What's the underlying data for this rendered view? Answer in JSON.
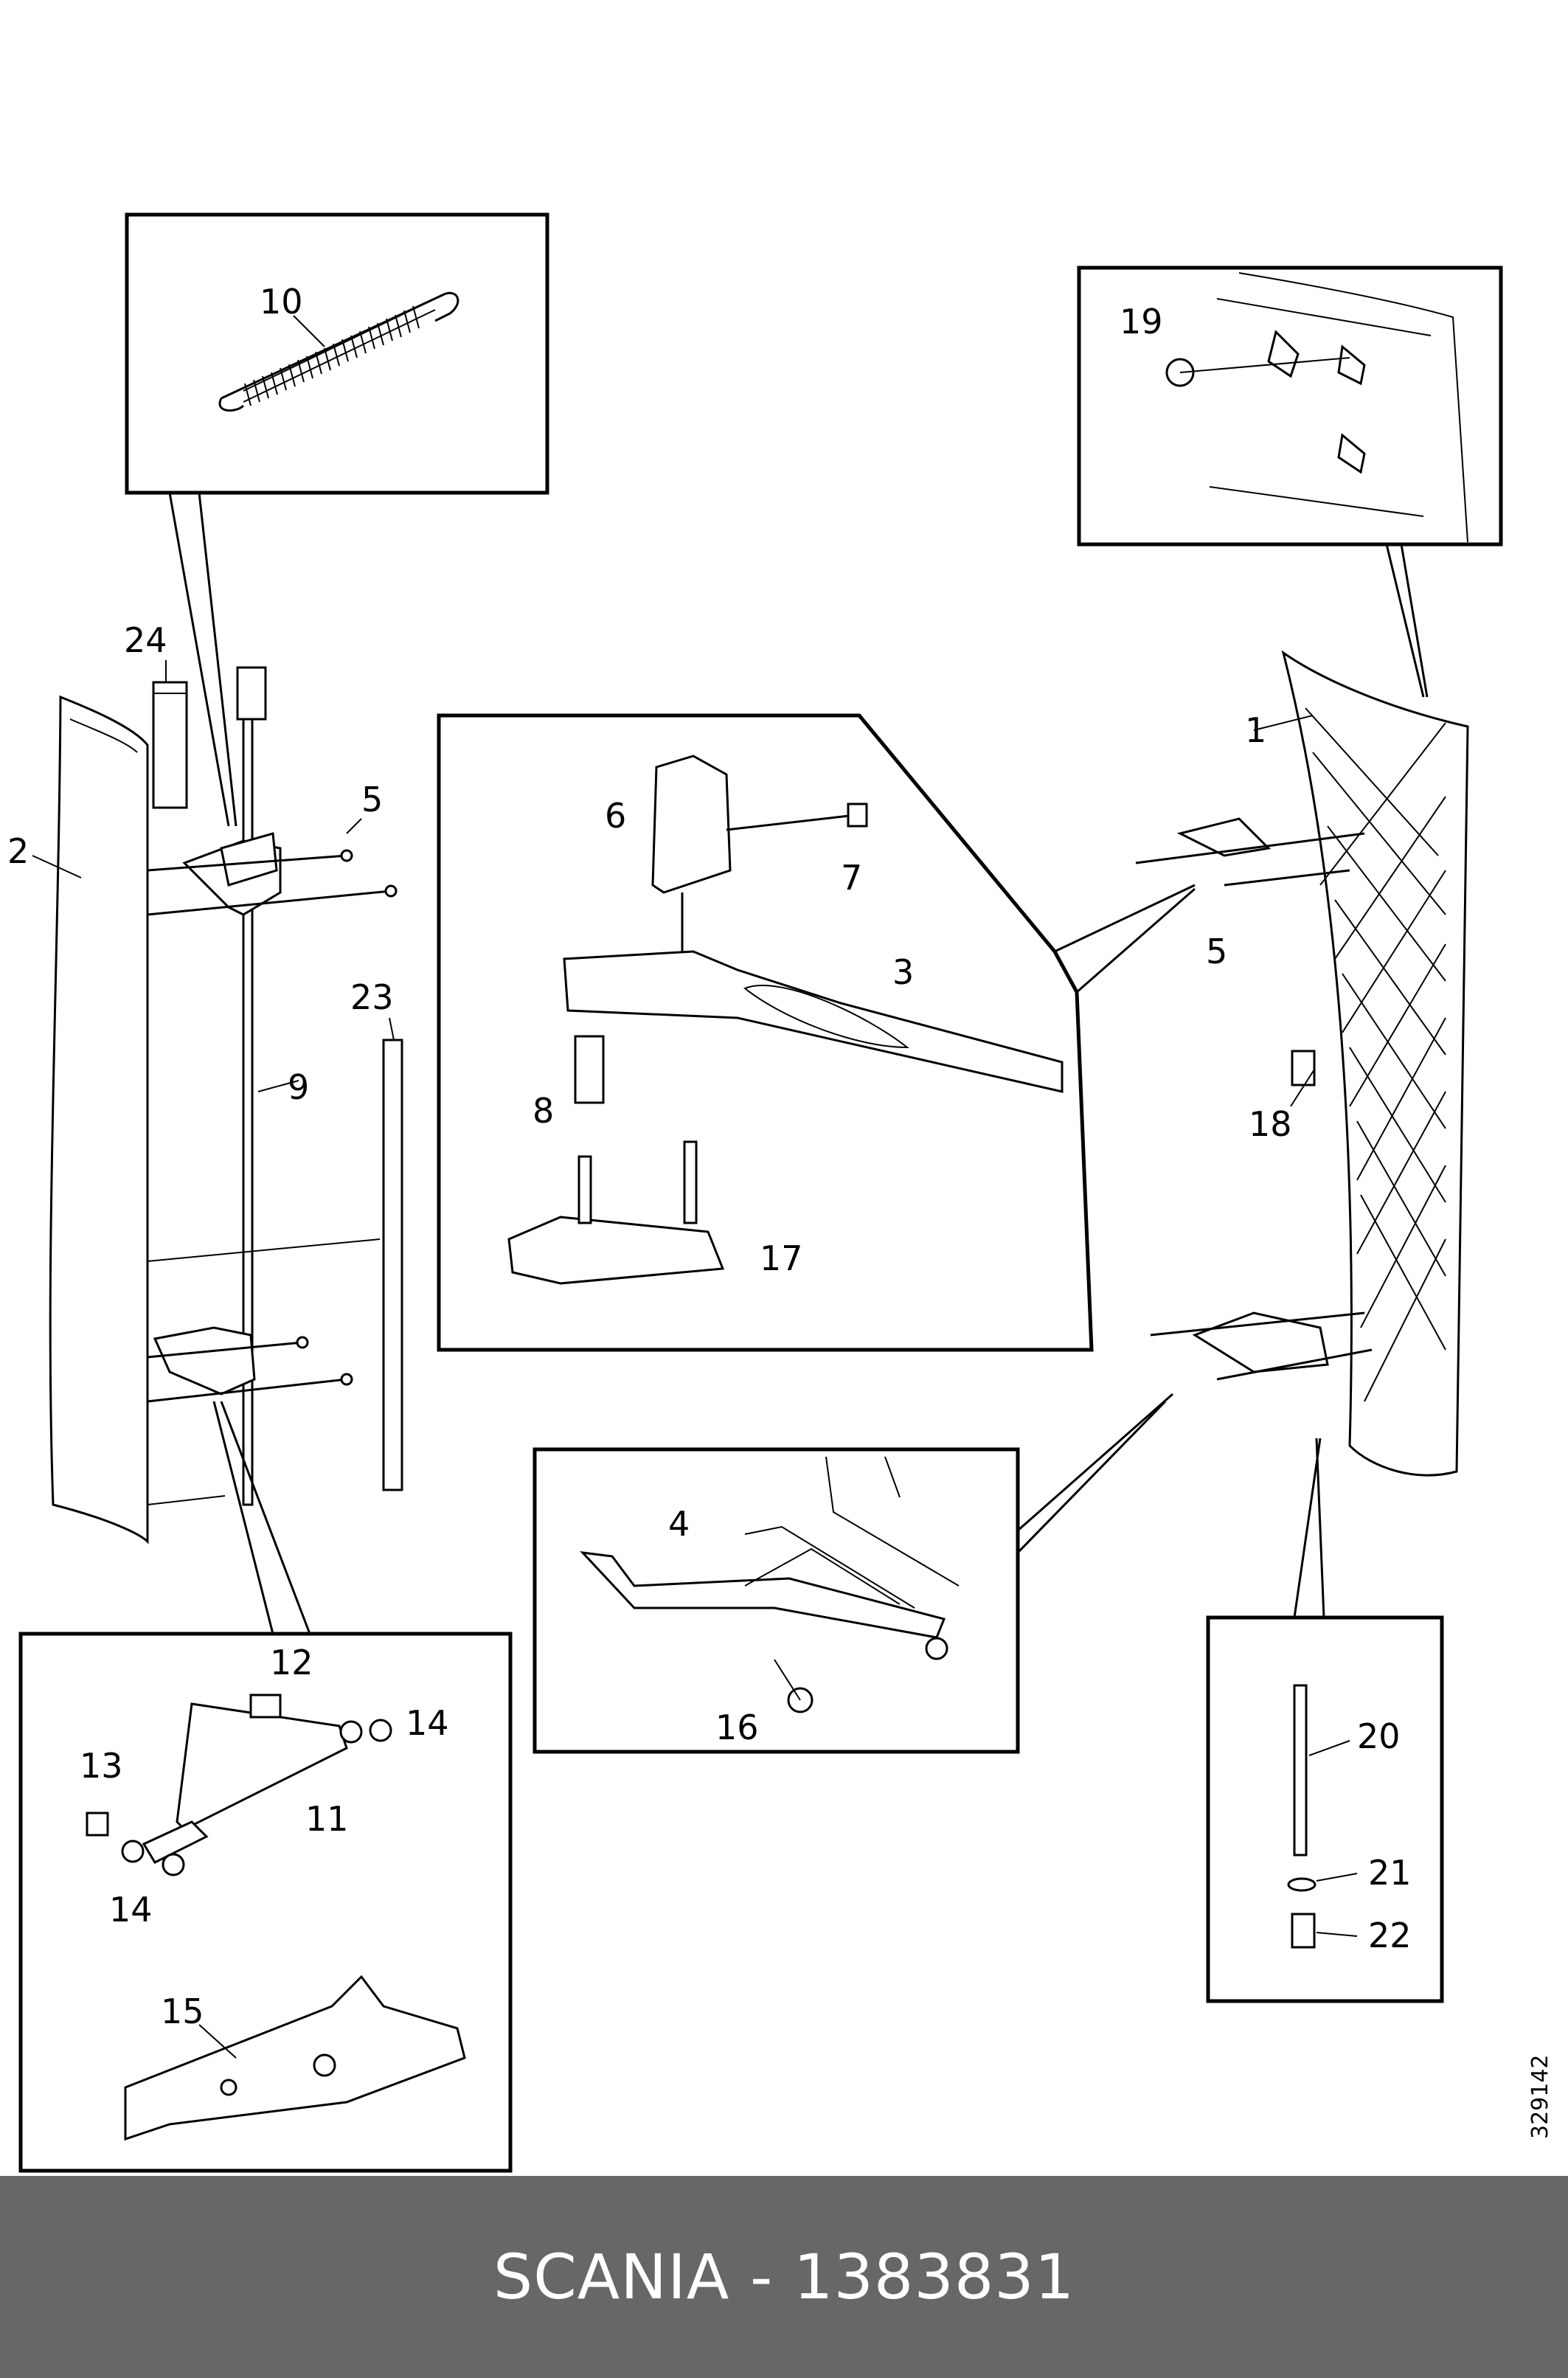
{
  "footer": {
    "brand": "SCANIA",
    "separator": "-",
    "part_number": "1383831",
    "text": "SCANIA - 1383831"
  },
  "drawing_id": "329142",
  "callouts": [
    "1",
    "2",
    "3",
    "4",
    "5",
    "6",
    "7",
    "8",
    "9",
    "10",
    "11",
    "12",
    "13",
    "14",
    "15",
    "16",
    "17",
    "18",
    "19",
    "20",
    "21",
    "22",
    "23",
    "24"
  ],
  "colors": {
    "footer_bg": "#676767",
    "footer_text": "#ffffff",
    "line": "#000000",
    "background": "#ffffff"
  }
}
